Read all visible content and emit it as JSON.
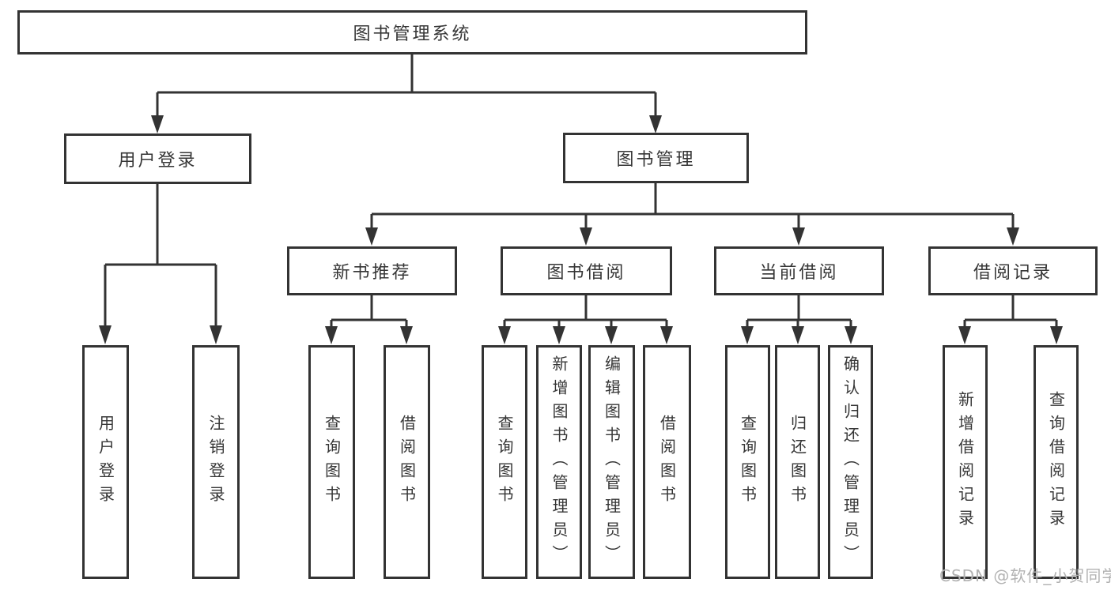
{
  "diagram": {
    "root": {
      "label": "图书管理系统"
    },
    "level2": [
      {
        "label": "用户登录"
      },
      {
        "label": "图书管理"
      }
    ],
    "level3": [
      {
        "label": "新书推荐",
        "parent": "图书管理"
      },
      {
        "label": "图书借阅",
        "parent": "图书管理"
      },
      {
        "label": "当前借阅",
        "parent": "图书管理"
      },
      {
        "label": "借阅记录",
        "parent": "图书管理"
      }
    ],
    "leaves": [
      {
        "label": "用户登录",
        "parent": "用户登录"
      },
      {
        "label": "注销登录",
        "parent": "用户登录"
      },
      {
        "label": "查询图书",
        "parent": "新书推荐"
      },
      {
        "label": "借阅图书",
        "parent": "新书推荐"
      },
      {
        "label": "查询图书",
        "parent": "图书借阅"
      },
      {
        "label": "新增图书（管理员）",
        "parent": "图书借阅"
      },
      {
        "label": "编辑图书（管理员）",
        "parent": "图书借阅"
      },
      {
        "label": "借阅图书",
        "parent": "图书借阅"
      },
      {
        "label": "查询图书",
        "parent": "当前借阅"
      },
      {
        "label": "归还图书",
        "parent": "当前借阅"
      },
      {
        "label": "确认归还（管理员）",
        "parent": "当前借阅"
      },
      {
        "label": "新增借阅记录",
        "parent": "借阅记录"
      },
      {
        "label": "查询借阅记录",
        "parent": "借阅记录"
      }
    ]
  },
  "watermark": {
    "text": "CSDN @软件_小贺同学"
  },
  "colors": {
    "line": "#333333",
    "text": "#363636",
    "watermark": "#b2b2b2",
    "background": "#ffffff"
  }
}
